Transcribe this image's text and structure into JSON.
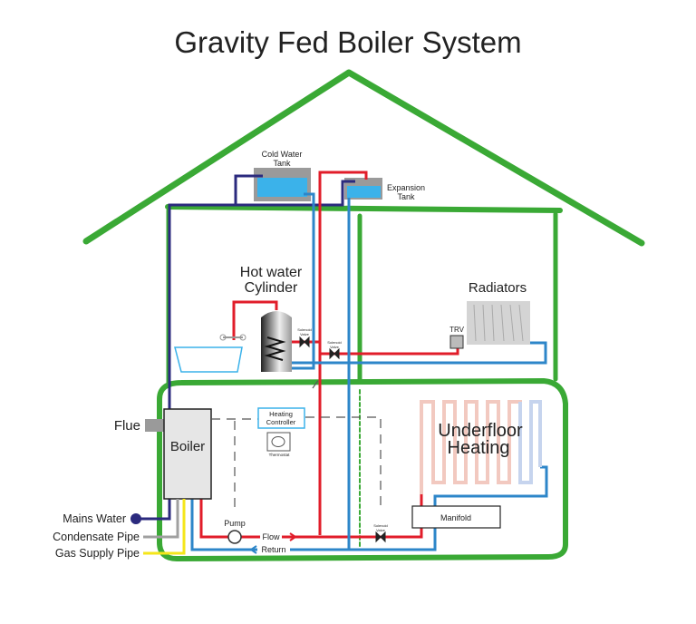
{
  "title": "Gravity Fed Boiler System",
  "labels": {
    "cold_water_tank_1": "Cold Water",
    "cold_water_tank_2": "Tank",
    "expansion_tank_1": "Expansion",
    "expansion_tank_2": "Tank",
    "hot_water_cylinder_1": "Hot water",
    "hot_water_cylinder_2": "Cylinder",
    "radiators": "Radiators",
    "trv": "TRV",
    "solenoid_valve_1": "Solenoid",
    "solenoid_valve_2": "Valve",
    "flue": "Flue",
    "boiler": "Boiler",
    "heating_controller_1": "Heating",
    "heating_controller_2": "Controller",
    "thermostat": "Thermostat",
    "underfloor_1": "Underfloor",
    "underfloor_2": "Heating",
    "manifold": "Manifold",
    "pump": "Pump",
    "flow": "Flow",
    "return": "Return"
  },
  "legend": {
    "mains_water": "Mains Water",
    "condensate_pipe": "Condensate Pipe",
    "gas_supply_pipe": "Gas Supply Pipe"
  },
  "colors": {
    "house": "#3aa935",
    "flow": "#e11d2a",
    "return": "#2d86c9",
    "mains": "#2b2a7e",
    "condensate": "#a0a0a0",
    "gas": "#f5e61a",
    "tank_water": "#3bb2ea"
  }
}
